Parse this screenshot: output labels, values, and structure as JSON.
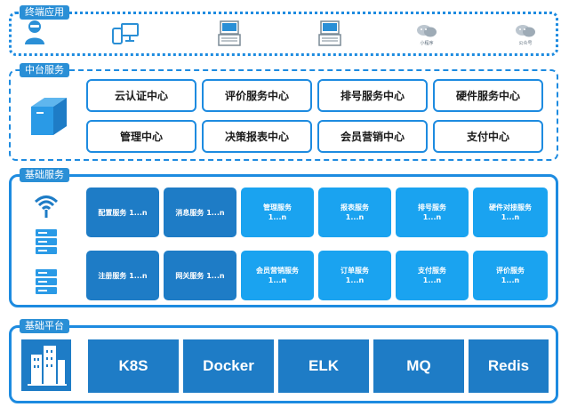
{
  "terminal": {
    "tag": "终端应用",
    "items": [
      {
        "icon": "user-icon",
        "caption": ""
      },
      {
        "icon": "mobile-desktop-icon",
        "caption": ""
      },
      {
        "icon": "kiosk-terminal-icon",
        "caption": ""
      },
      {
        "icon": "kiosk-terminal-icon",
        "caption": ""
      },
      {
        "icon": "mini-program-icon",
        "caption": "小程序"
      },
      {
        "icon": "official-account-icon",
        "caption": "公众号"
      }
    ]
  },
  "middle": {
    "tag": "中台服务",
    "row1": [
      "云认证中心",
      "评价服务中心",
      "排号服务中心",
      "硬件服务中心"
    ],
    "row2": [
      "管理中心",
      "决策报表中心",
      "会员营销中心",
      "支付中心"
    ]
  },
  "basic": {
    "tag": "基础服务",
    "row1": [
      {
        "name": "配置服务 1...n",
        "line2": ""
      },
      {
        "name": "消息服务 1...n",
        "line2": ""
      },
      {
        "name": "管理服务",
        "line2": "1...n"
      },
      {
        "name": "报表服务",
        "line2": "1...n"
      },
      {
        "name": "排号服务",
        "line2": "1...n"
      },
      {
        "name": "硬件对接服务",
        "line2": "1...n"
      }
    ],
    "row2": [
      {
        "name": "注册服务 1...n",
        "line2": ""
      },
      {
        "name": "网关服务 1...n",
        "line2": ""
      },
      {
        "name": "会员营销服务",
        "line2": "1...n"
      },
      {
        "name": "订单服务",
        "line2": "1...n"
      },
      {
        "name": "支付服务",
        "line2": "1...n"
      },
      {
        "name": "评价服务",
        "line2": "1...n"
      }
    ]
  },
  "platform": {
    "tag": "基础平台",
    "items": [
      "K8S",
      "Docker",
      "ELK",
      "MQ",
      "Redis"
    ]
  },
  "colors": {
    "accent": "#1d8be0",
    "dark_block": "#1e7cc6",
    "light_block": "#1aa3f0",
    "tag": "#2a8fd6"
  }
}
